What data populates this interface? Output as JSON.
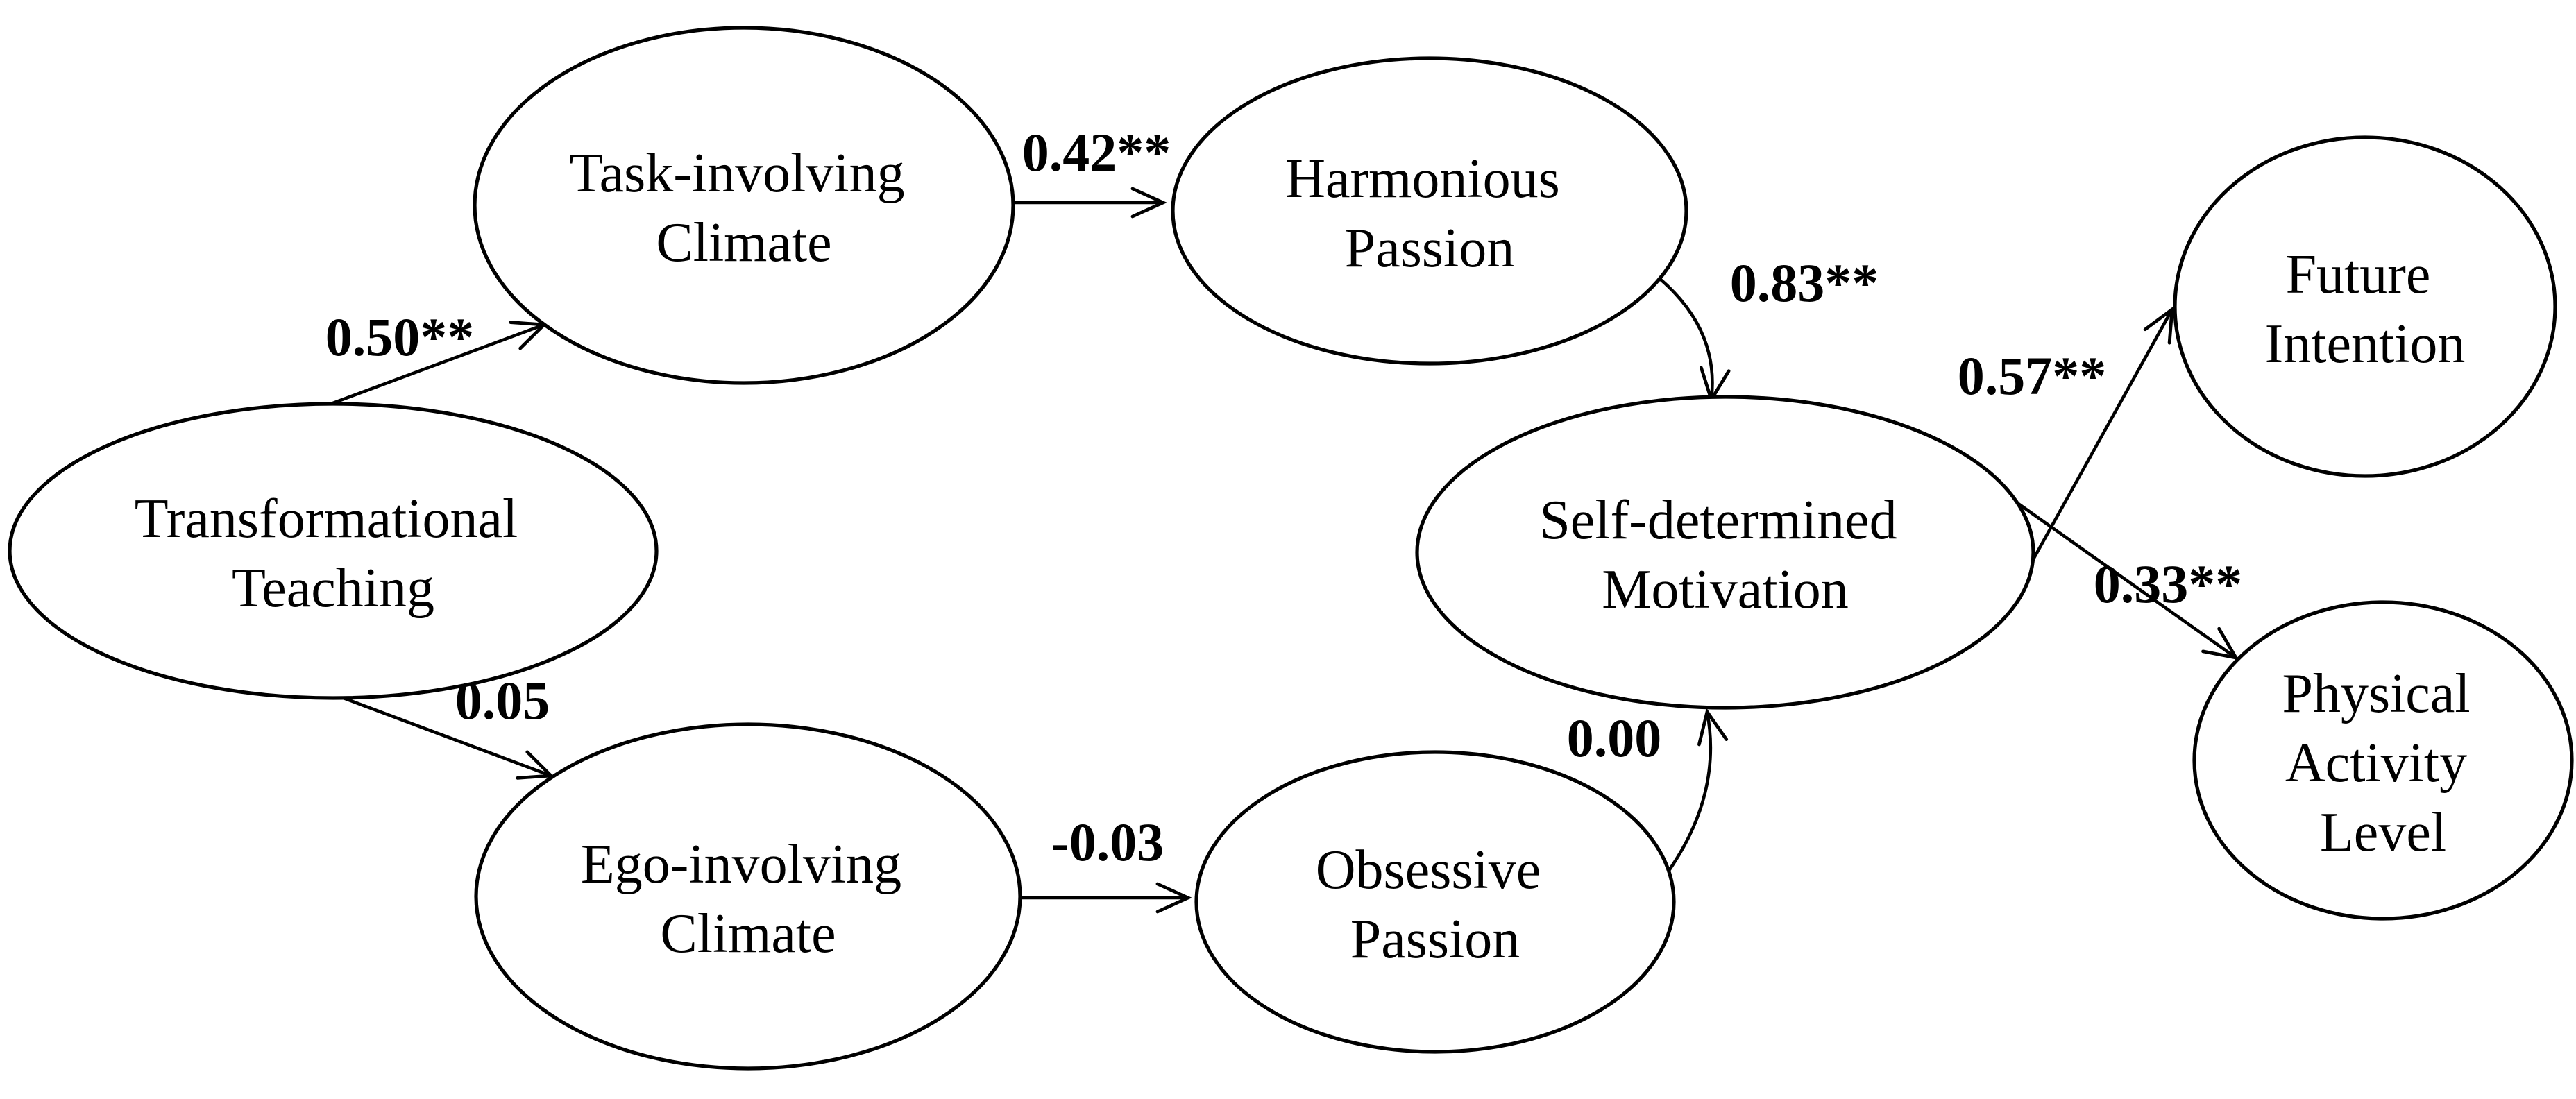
{
  "figure": {
    "type": "structural-equation-model-path-diagram",
    "background_color": "#ffffff",
    "stroke_color": "#000000",
    "nodes": {
      "transformational_teaching": {
        "line1": "Transformational",
        "line2": "Teaching"
      },
      "task_involving_climate": {
        "line1": "Task-involving",
        "line2": "Climate"
      },
      "ego_involving_climate": {
        "line1": "Ego-involving",
        "line2": "Climate"
      },
      "harmonious_passion": {
        "line1": "Harmonious",
        "line2": "Passion"
      },
      "obsessive_passion": {
        "line1": "Obsessive",
        "line2": "Passion"
      },
      "self_determined_motivation": {
        "line1": "Self-determined",
        "line2": "Motivation"
      },
      "future_intention": {
        "line1": "Future",
        "line2": "Intention"
      },
      "physical_activity_level": {
        "line1": "Physical",
        "line2": "Activity",
        "line3": "Level"
      }
    },
    "coefficients": {
      "tt_to_tic": "0.50**",
      "tt_to_eic": "0.05",
      "tic_to_hp": "0.42**",
      "eic_to_op": "-0.03",
      "hp_to_sdm": "0.83**",
      "op_to_sdm": "0.00",
      "sdm_to_fi": "0.57**",
      "sdm_to_pal": "0.33**"
    },
    "paths": [
      {
        "from": "Transformational Teaching",
        "to": "Task-involving Climate",
        "coefficient": "0.50**"
      },
      {
        "from": "Transformational Teaching",
        "to": "Ego-involving Climate",
        "coefficient": "0.05"
      },
      {
        "from": "Task-involving Climate",
        "to": "Harmonious Passion",
        "coefficient": "0.42**"
      },
      {
        "from": "Ego-involving Climate",
        "to": "Obsessive Passion",
        "coefficient": "-0.03"
      },
      {
        "from": "Harmonious Passion",
        "to": "Self-determined Motivation",
        "coefficient": "0.83**"
      },
      {
        "from": "Obsessive Passion",
        "to": "Self-determined Motivation",
        "coefficient": "0.00"
      },
      {
        "from": "Self-determined Motivation",
        "to": "Future Intention",
        "coefficient": "0.57**"
      },
      {
        "from": "Self-determined Motivation",
        "to": "Physical Activity Level",
        "coefficient": "0.33**"
      }
    ]
  }
}
